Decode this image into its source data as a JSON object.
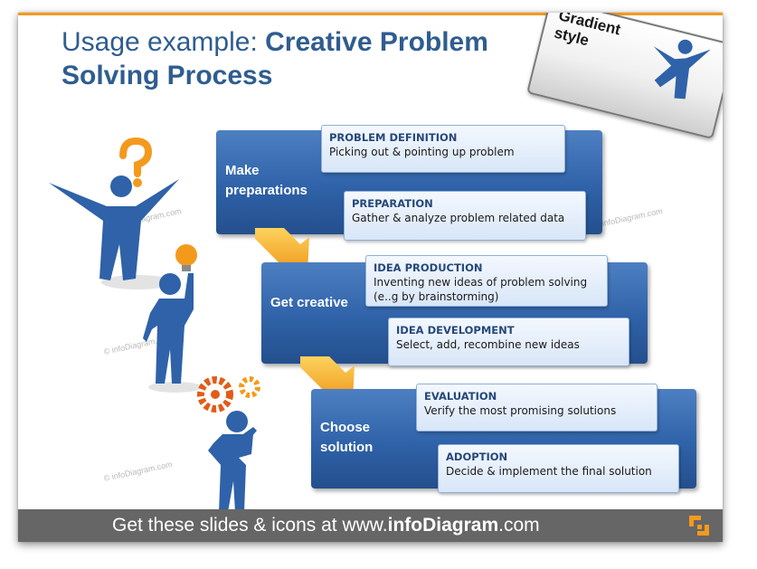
{
  "title": {
    "prefix": "Usage example:",
    "bold": "Creative Problem Solving Process"
  },
  "tag": {
    "text": "Gradient style"
  },
  "stages": [
    {
      "label": "Make preparations",
      "steps": [
        {
          "title": "PROBLEM DEFINITION",
          "desc": "Picking out & pointing up problem"
        },
        {
          "title": "PREPARATION",
          "desc": "Gather & analyze problem related data"
        }
      ]
    },
    {
      "label": "Get creative",
      "steps": [
        {
          "title": "IDEA PRODUCTION",
          "desc": "Inventing new ideas of problem solving (e..g by brainstorming)"
        },
        {
          "title": "IDEA DEVELOPMENT",
          "desc": "Select, add, recombine new ideas"
        }
      ]
    },
    {
      "label": "Choose solution",
      "steps": [
        {
          "title": "EVALUATION",
          "desc": "Verify the most promising solutions"
        },
        {
          "title": "ADOPTION",
          "desc": "Decide & implement the final solution"
        }
      ]
    }
  ],
  "watermark": "© infoDiagram.com",
  "footer": {
    "prefix": "Get these slides & icons at www.",
    "bold": "infoDiagram",
    "suffix": ".com"
  },
  "colors": {
    "accent_orange": "#f39a1d",
    "stage_blue": "#2f62a8",
    "title_blue": "#2f5d8f",
    "footer_gray": "#666666"
  }
}
